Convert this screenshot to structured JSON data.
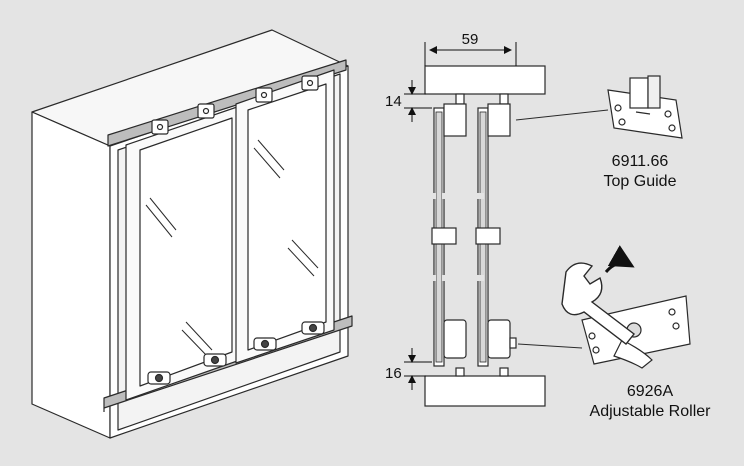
{
  "dimensions": {
    "width_label": "59",
    "top_gap_label": "14",
    "bottom_gap_label": "16"
  },
  "parts": {
    "top_guide": {
      "code": "6911.66",
      "name": "Top Guide"
    },
    "roller": {
      "code": "6926A",
      "name": "Adjustable Roller"
    }
  },
  "colors": {
    "background": "#e4e4e4",
    "panel": "#ffffff",
    "line": "#2a2a2a",
    "rail": "#bdbdbd"
  },
  "icons": [
    "wrench-icon",
    "rotation-arrow-icon"
  ]
}
